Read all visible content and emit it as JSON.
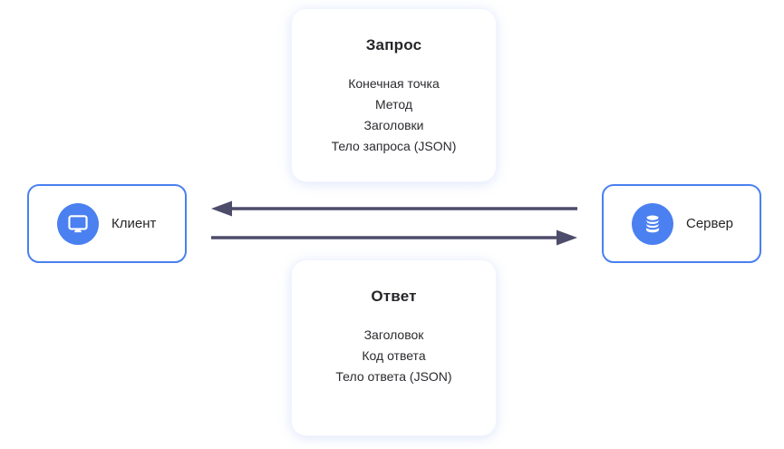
{
  "diagram": {
    "title_hint": "client-server request/response flow",
    "request_card": {
      "title": "Запрос",
      "items": [
        "Конечная точка",
        "Метод",
        "Заголовки",
        "Тело запроса (JSON)"
      ]
    },
    "response_card": {
      "title": "Ответ",
      "items": [
        "Заголовок",
        "Код ответа",
        "Тело ответа (JSON)"
      ]
    },
    "client_node": {
      "label": "Клиент",
      "icon": "monitor-icon"
    },
    "server_node": {
      "label": "Сервер",
      "icon": "database-icon"
    },
    "arrows": {
      "to_client": {
        "direction": "left"
      },
      "to_server": {
        "direction": "right"
      }
    },
    "colors": {
      "accent_blue": "#4a80f0",
      "arrow": "#4e4c6b",
      "text": "#26262a",
      "card_bg": "#ffffff",
      "card_glow": "#e9effc"
    }
  }
}
